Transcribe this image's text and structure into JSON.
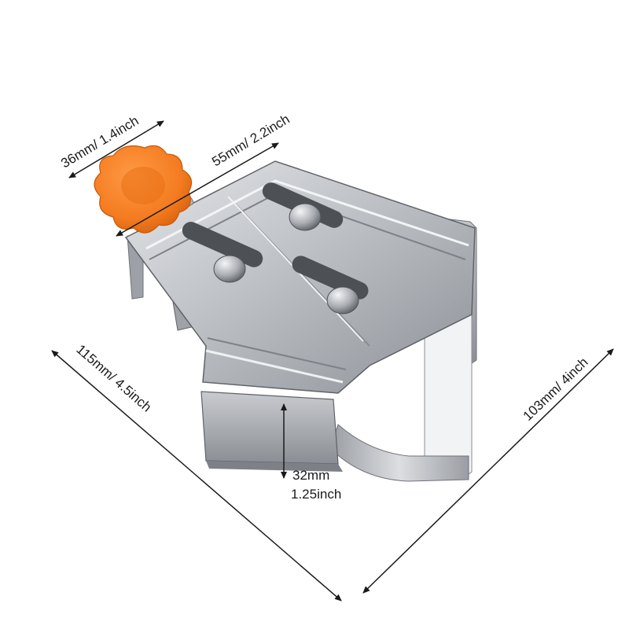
{
  "dimensions": {
    "knob_width": "36mm/ 1.4inch",
    "top_width": "55mm/ 2.2inch",
    "left_length": "115mm/ 4.5inch",
    "right_length": "103mm/ 4inch",
    "height_mm": "32mm",
    "height_inch": "1.25inch"
  },
  "colors": {
    "background": "#ffffff",
    "steel_light": "#d2d4d8",
    "steel_mid": "#a9acb2",
    "steel_dark": "#6f7379",
    "knob": "#f47b20",
    "line": "#1a1a1a"
  }
}
